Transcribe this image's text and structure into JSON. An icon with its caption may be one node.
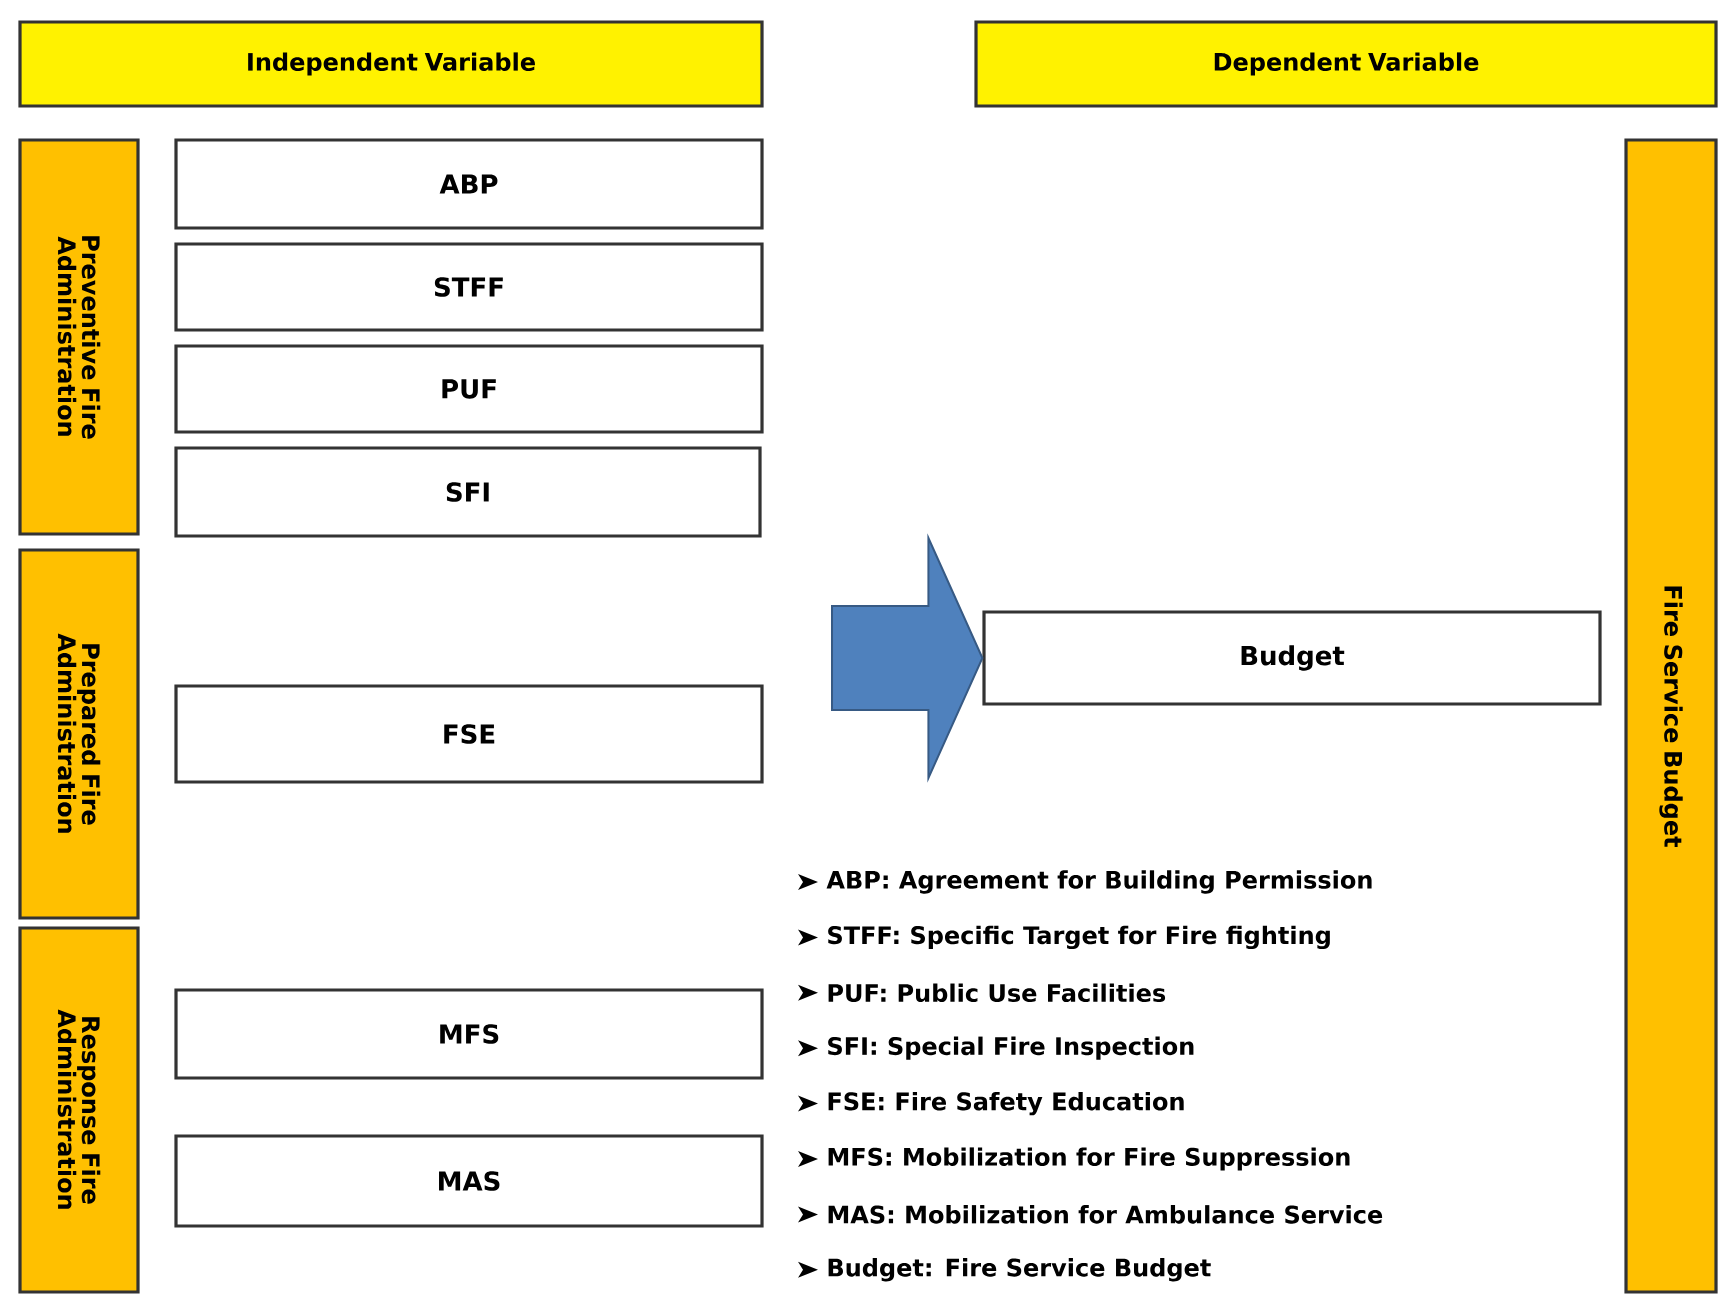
{
  "diagram": {
    "nodes": [
      {
        "text": [
          "Independent Variable"
        ]
      },
      {
        "text": [
          "Dependent Variable"
        ]
      },
      {
        "text": [
          "Preventive Fire Administration"
        ]
      },
      {
        "text": [
          "ABP"
        ]
      },
      {
        "text": [
          "STFF"
        ]
      },
      {
        "text": [
          "PUF"
        ]
      },
      {
        "text": [
          "SFI"
        ]
      },
      {
        "text": [
          "Prepared Fire Administration"
        ]
      },
      {
        "text": [
          "FSE"
        ]
      },
      {
        "text": [
          "Response Fire Administration"
        ]
      },
      {
        "text": [
          "MFS"
        ]
      },
      {
        "text": [
          "MAS"
        ]
      },
      {
        "text": [
          "Budget"
        ]
      },
      {
        "text": [
          "Fire Service Budget"
        ]
      }
    ],
    "edges": [
      {
        "from": null,
        "to": 12,
        "arrow": "to",
        "style": "thick",
        "color": "#4f81bd"
      }
    ],
    "labels": [
      "ABP: Agreement for Building Permission",
      "STFF: Specific Target for Fire fighting",
      "PUF: Public Use Facilities",
      "SFI: Special Fire Inspection",
      "FSE: Fire Safety Education",
      "MFS: Mobilization for Fire Suppression",
      "MAS: Mobilization for Ambulance Service",
      "Budget: Fire Service Budget"
    ]
  }
}
